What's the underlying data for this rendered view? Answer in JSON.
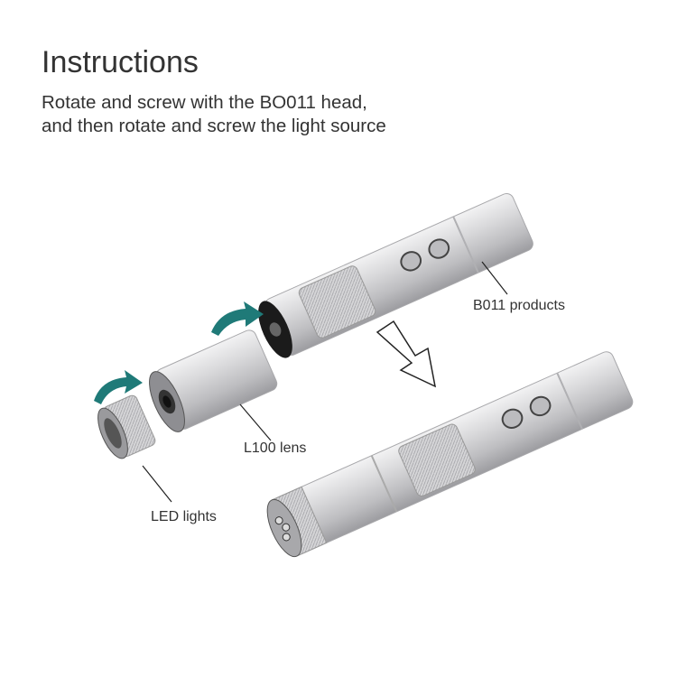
{
  "header": {
    "title": "Instructions",
    "description_line1": "Rotate and screw with the BO011 head,",
    "description_line2": "and then rotate and screw the light source"
  },
  "labels": {
    "b011": "B011 products",
    "lens": "L100 lens",
    "led": "LED lights"
  },
  "icons": [
    "rotate-arrow-icon",
    "rotate-arrow-icon",
    "down-arrow-icon"
  ],
  "colors": {
    "rotate_arrow": "#1f7a78",
    "metal": "#c9c9cb",
    "text": "#333333"
  }
}
